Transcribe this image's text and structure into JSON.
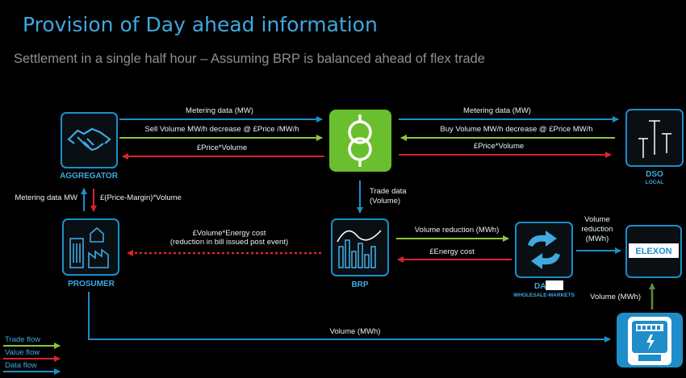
{
  "title": "Provision of Day ahead information",
  "subtitle": "Settlement in a single half hour – Assuming BRP is balanced ahead of flex trade",
  "nodes": {
    "aggregator": "AGGREGATOR",
    "dso": "DSO",
    "dso_sub": "LOCAL",
    "prosumer": "PROSUMER",
    "brp": "BRP",
    "da": "DA",
    "da_sub": "WHOLESALE-MARKETS",
    "elexon": "ELEXON"
  },
  "flows": {
    "agg_metering": "Metering data (MW)",
    "agg_sell": "Sell Volume MW/h decrease  @ £Price /MW/h",
    "agg_price": "£Price*Volume",
    "dso_metering": "Metering data (MW)",
    "dso_buy": "Buy Volume MW/h decrease @ £Price MW/h",
    "dso_price": "£Price*Volume",
    "pro_metering": "Metering data MW",
    "pro_margin": "£(Price-Margin)*Volume",
    "trade_data_1": "Trade data",
    "trade_data_2": "(Volume)",
    "energy_cost_1": "£Volume*Energy cost",
    "energy_cost_2": "(reduction in bill issued post event)",
    "vol_reduction": "Volume reduction (MWh)",
    "energy_cost": "£Energy cost",
    "elexon_vol_1": "Volume",
    "elexon_vol_2": "reduction",
    "elexon_vol_3": "(MWh)",
    "meter_vol": "Volume (MWh)",
    "bottom_vol": "Volume (MWh)"
  },
  "legend": {
    "trade": "Trade flow",
    "value": "Value flow",
    "data": "Data flow"
  },
  "colors": {
    "data": "#1f8dc9",
    "trade": "#8cc63f",
    "value": "#d7262b",
    "accent": "#3fa9e0",
    "central": "#6abf2e"
  }
}
